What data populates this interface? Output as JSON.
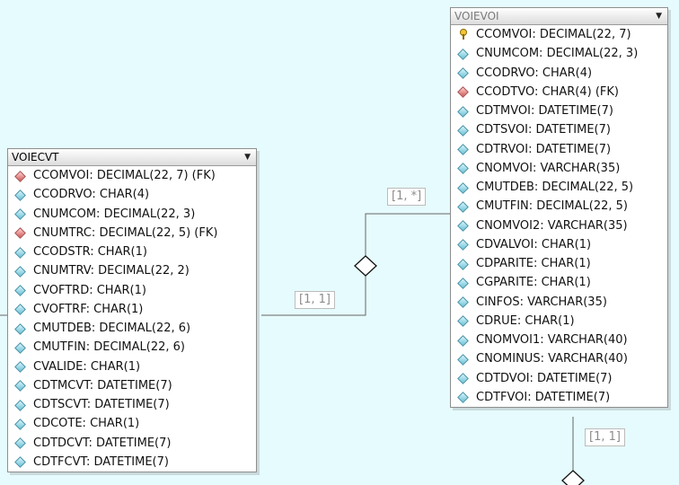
{
  "colors": {
    "background": "#e6fbfd",
    "connector": "#666666",
    "field_icon": "#6cc2d6",
    "fk_icon": "#cf5a5a",
    "pk_icon": "#f3c53a"
  },
  "entities": {
    "voiecvt": {
      "name": "VOIECVT",
      "fields": [
        {
          "text": "CCOMVOI: DECIMAL(22, 7) (FK)",
          "icon": "foreign-key-icon"
        },
        {
          "text": "CCODRVO: CHAR(4)",
          "icon": "field-icon"
        },
        {
          "text": "CNUMCOM: DECIMAL(22, 3)",
          "icon": "field-icon"
        },
        {
          "text": "CNUMTRC: DECIMAL(22, 5) (FK)",
          "icon": "foreign-key-icon"
        },
        {
          "text": "CCODSTR: CHAR(1)",
          "icon": "field-icon"
        },
        {
          "text": "CNUMTRV: DECIMAL(22, 2)",
          "icon": "field-icon"
        },
        {
          "text": "CVOFTRD: CHAR(1)",
          "icon": "field-icon"
        },
        {
          "text": "CVOFTRF: CHAR(1)",
          "icon": "field-icon"
        },
        {
          "text": "CMUTDEB: DECIMAL(22, 6)",
          "icon": "field-icon"
        },
        {
          "text": "CMUTFIN: DECIMAL(22, 6)",
          "icon": "field-icon"
        },
        {
          "text": "CVALIDE: CHAR(1)",
          "icon": "field-icon"
        },
        {
          "text": "CDTMCVT: DATETIME(7)",
          "icon": "field-icon"
        },
        {
          "text": "CDTSCVT: DATETIME(7)",
          "icon": "field-icon"
        },
        {
          "text": "CDCOTE: CHAR(1)",
          "icon": "field-icon"
        },
        {
          "text": "CDTDCVT: DATETIME(7)",
          "icon": "field-icon"
        },
        {
          "text": "CDTFCVT: DATETIME(7)",
          "icon": "field-icon"
        }
      ]
    },
    "voievoi": {
      "name": "VOIEVOI",
      "fields": [
        {
          "text": "CCOMVOI: DECIMAL(22, 7)",
          "icon": "primary-key-icon"
        },
        {
          "text": "CNUMCOM: DECIMAL(22, 3)",
          "icon": "field-icon"
        },
        {
          "text": "CCODRVO: CHAR(4)",
          "icon": "field-icon"
        },
        {
          "text": "CCODTVO: CHAR(4) (FK)",
          "icon": "foreign-key-icon"
        },
        {
          "text": "CDTMVOI: DATETIME(7)",
          "icon": "field-icon"
        },
        {
          "text": "CDTSVOI: DATETIME(7)",
          "icon": "field-icon"
        },
        {
          "text": "CDTRVOI: DATETIME(7)",
          "icon": "field-icon"
        },
        {
          "text": "CNOMVOI: VARCHAR(35)",
          "icon": "field-icon"
        },
        {
          "text": "CMUTDEB: DECIMAL(22, 5)",
          "icon": "field-icon"
        },
        {
          "text": "CMUTFIN: DECIMAL(22, 5)",
          "icon": "field-icon"
        },
        {
          "text": "CNOMVOI2: VARCHAR(35)",
          "icon": "field-icon"
        },
        {
          "text": "CDVALVOI: CHAR(1)",
          "icon": "field-icon"
        },
        {
          "text": "CDPARITE: CHAR(1)",
          "icon": "field-icon"
        },
        {
          "text": "CGPARITE: CHAR(1)",
          "icon": "field-icon"
        },
        {
          "text": "CINFOS: VARCHAR(35)",
          "icon": "field-icon"
        },
        {
          "text": "CDRUE: CHAR(1)",
          "icon": "field-icon"
        },
        {
          "text": "CNOMVOI1: VARCHAR(40)",
          "icon": "field-icon"
        },
        {
          "text": "CNOMINUS: VARCHAR(40)",
          "icon": "field-icon"
        },
        {
          "text": "CDTDVOI: DATETIME(7)",
          "icon": "field-icon"
        },
        {
          "text": "CDTFVOI: DATETIME(7)",
          "icon": "field-icon"
        }
      ]
    }
  },
  "relationships": {
    "voievoi_voiecvt": {
      "parent_card": "[1, 1]",
      "child_card": "[1, *]"
    },
    "voievoi_down": {
      "card": "[1, 1]"
    }
  }
}
